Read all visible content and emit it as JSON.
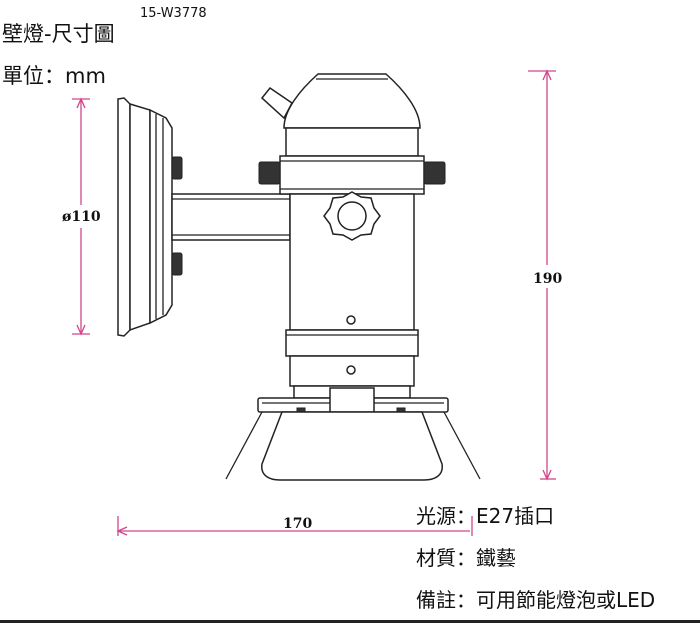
{
  "title": "壁燈-尺寸圖",
  "model": "15-W3778",
  "unit": "單位：mm",
  "dimensions": {
    "diameter": "ø110",
    "height": "190",
    "width": "170"
  },
  "specs": [
    {
      "label": "光源：",
      "value": "E27插口"
    },
    {
      "label": "材質：",
      "value": "鐵藝"
    },
    {
      "label": "備註：",
      "value": "可用節能燈泡或LED"
    }
  ],
  "colors": {
    "dimension_line": "#d1468a",
    "outline": "#222222"
  }
}
